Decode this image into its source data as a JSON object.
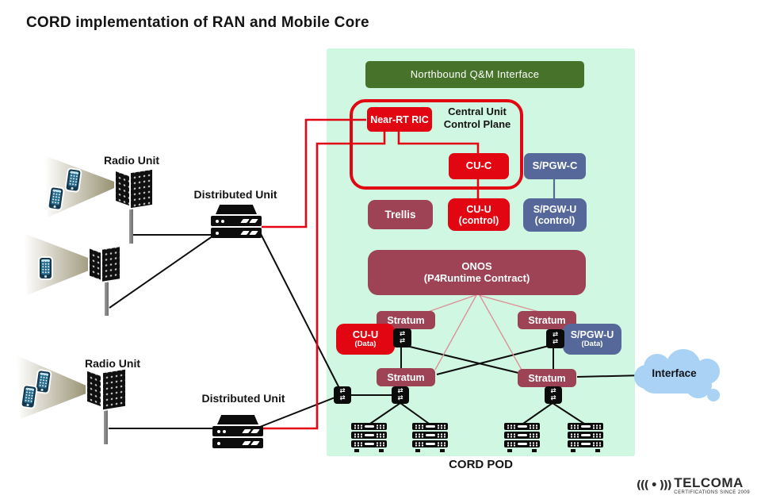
{
  "title": "CORD implementation of RAN and Mobile Core",
  "pod": {
    "label": "CORD POD",
    "northbound_label": "Northbound Q&M Interface",
    "central_unit": {
      "line1": "Central Unit",
      "line2": "Control Plane"
    },
    "near_rt_ric": "Near-RT RIC",
    "cu_c": "CU-C",
    "spgw_c": "S/PGW-C",
    "trellis": "Trellis",
    "cu_u_control": {
      "line1": "CU-U",
      "line2": "(control)"
    },
    "spgw_u_control": {
      "line1": "S/PGW-U",
      "line2": "(control)"
    },
    "onos": {
      "line1": "ONOS",
      "line2": "(P4Runtime Contract)"
    },
    "stratum": "Stratum",
    "cu_u_data": {
      "line1": "CU-U",
      "line2": "(Data)"
    },
    "spgw_u_data": {
      "line1": "S/PGW-U",
      "line2": "(Data)"
    }
  },
  "ran": {
    "radio_unit": "Radio Unit",
    "distributed_unit": "Distributed Unit"
  },
  "cloud": {
    "label": "Interface"
  },
  "logo": {
    "icon": "((( • )))",
    "name": "TELCOMA",
    "tagline": "CERTIFICATIONS SINCE 2009"
  },
  "colors": {
    "pod_background": "#d0f7e2",
    "northbound_green": "#46722a",
    "accent_red": "#e20613",
    "maroon": "#9e4255",
    "slate_blue": "#56689a",
    "cloud_blue": "#a9d2f4",
    "beam_khaki": "#8c8562",
    "link_pink": "#dd9298"
  }
}
